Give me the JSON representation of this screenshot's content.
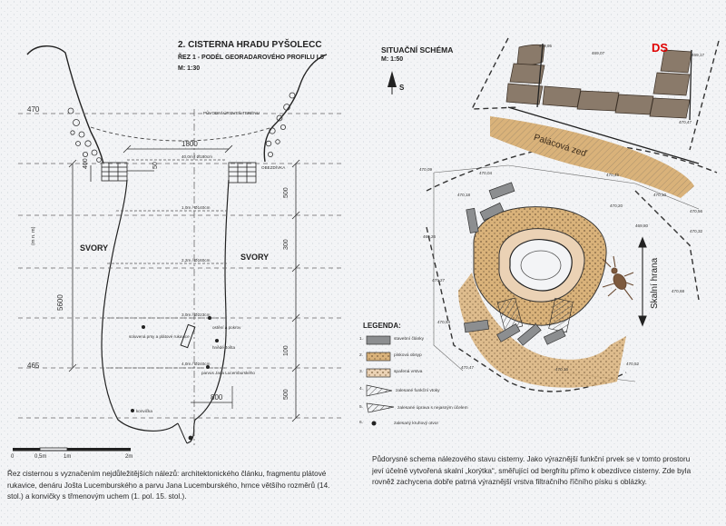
{
  "section": {
    "title": "2.     CISTERNA HRADU PYŠOLECC",
    "subtitle": "ŘEZ 1 - PODÉL GEORADAROVÉHO PROFILU L5",
    "scale": "M: 1:30",
    "labels": {
      "level_470": "470",
      "level_465": "465",
      "dim_1800": "1800",
      "dim_400": "400",
      "dim_50": "50",
      "dim_500": "500",
      "dim_300": "300",
      "dim_5600": "5600",
      "dim_800": "800",
      "dim_500b": "500",
      "dim_100": "100",
      "svory_left": "SVORY",
      "svory_right": "SVORY",
      "mnm": "(m n. m)",
      "terrain": "PŮVODNÍ ÚROVEŇ TERÉNU",
      "obezdivka": "OBEZDÍVKA",
      "diam_180": "40,0m / Ø180cm",
      "diam_140": "1,0m / Ø140cm",
      "diam_160": "2,2m / Ø160cm",
      "diam_223": "3,0m / Ø223cm",
      "diam_240": "4,0m / Ø240cm",
      "find_1": "ostění a pokrov",
      "find_2": "soluvená prsy a plátové rukavice",
      "find_3": "hnědé Jošta",
      "find_4": "parvus Jana Lucemburského",
      "find_5": "konvička",
      "scale_0": "0",
      "scale_05": "0,5m",
      "scale_1": "1m",
      "scale_2": "2m"
    }
  },
  "plan": {
    "title": "SITUAČNÍ SCHÉMA",
    "scale": "M: 1:50",
    "north": "S",
    "palace": "Palácová zeď",
    "rock_edge": "Skalní hrana",
    "elevations": [
      "469,95",
      "469,07",
      "469,17",
      "470,47",
      "470,45",
      "470,10",
      "470,56",
      "470,32",
      "470,09",
      "470,04",
      "470,18",
      "469,26",
      "470,27",
      "470,54",
      "470,47",
      "470,16",
      "470,52",
      "470,68",
      "469,80",
      "470,20"
    ]
  },
  "legend": {
    "title": "LEGENDA:",
    "items": [
      {
        "num": "1.",
        "text": "stavební články"
      },
      {
        "num": "2.",
        "text": "písková obsyp"
      },
      {
        "num": "3.",
        "text": "spařená vrstva"
      },
      {
        "num": "4.",
        "text": "zalesané funkční vtoky"
      },
      {
        "num": "5.",
        "text": "zalesané úprava s nejasným účelem"
      },
      {
        "num": "6.",
        "text": "zalesaný kruhový otvor"
      }
    ]
  },
  "captions": {
    "left": "Řez cisternou s vyznačením nejdůležitějších nálezů: architektonického článku, fragmentu plátové rukavice, denáru Jošta Lucemburského a parvu Jana Lucemburského, hrnce většího rozměrů (14. stol.) a konvičky s třmenovým uchem (1. pol. 15. stol.).",
    "right": "Půdorysné schema nálezového stavu cisterny. Jako výraznější funkční prvek se v tomto prostoru jeví účelně vytvořená skalní „korýtka“, směřující od bergfritu přímo k obezdívce cisterny. Zde byla rovněž zachycena dobře patrná výraznější vrstva filtračního říčního písku s oblázky."
  },
  "badge": "DS",
  "colors": {
    "badge": "#e00000",
    "sand": "#d9b27a",
    "stone": "#8a7a6a",
    "ink": "#222222"
  }
}
